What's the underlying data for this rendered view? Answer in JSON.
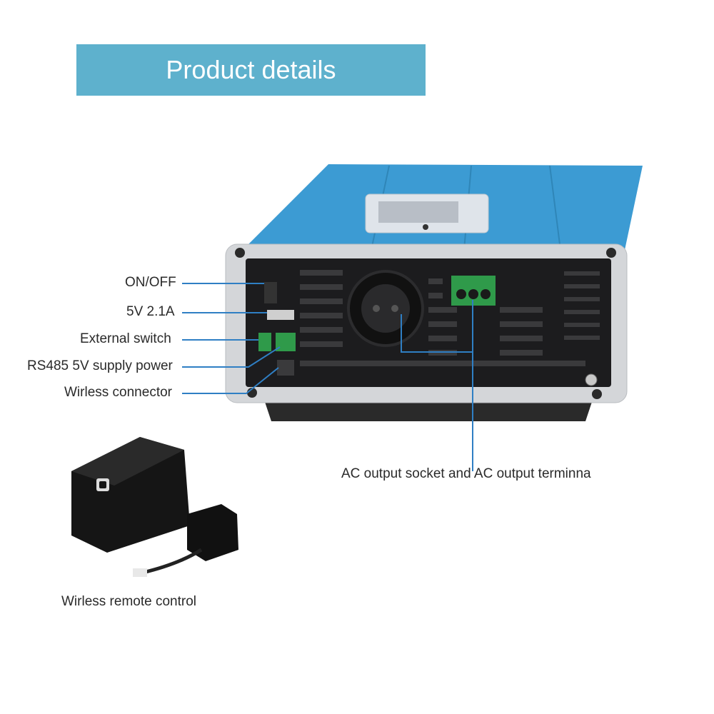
{
  "banner": {
    "title": "Product details"
  },
  "callouts": {
    "on_off": "ON/OFF",
    "usb": "5V 2.1A",
    "external_switch": "External switch",
    "rs485": "RS485 5V supply power",
    "wireless_connector": "Wirless connector",
    "ac_output": "AC output socket and AC output terminna",
    "remote_control": "Wirless remote control"
  },
  "colors": {
    "banner": "#5eb1cd",
    "device_blue": "#3c9bd3",
    "leader_line": "#2f7fc4",
    "terminal_green": "#2f9a4a",
    "panel_black": "#1c1c1e"
  },
  "icons": {
    "power_button": "power-icon",
    "remote": "remote-control-icon"
  }
}
